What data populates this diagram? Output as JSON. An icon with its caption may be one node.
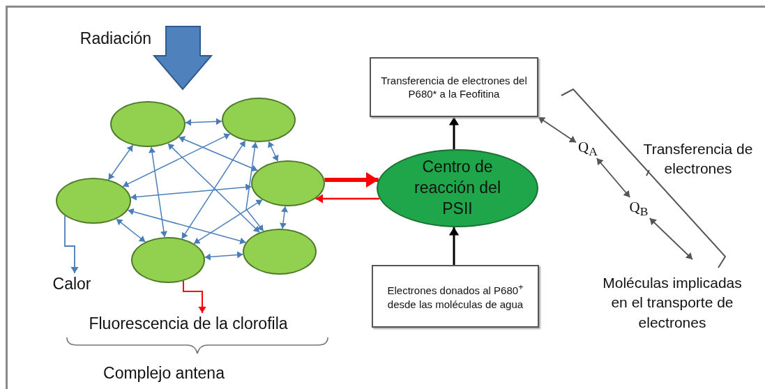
{
  "diagram": {
    "nodes": [
      {
        "text": [],
        "shape": "ellipse"
      },
      {
        "text": [],
        "shape": "ellipse"
      },
      {
        "text": [],
        "shape": "ellipse"
      },
      {
        "text": [],
        "shape": "ellipse"
      },
      {
        "text": [],
        "shape": "ellipse"
      },
      {
        "text": [],
        "shape": "ellipse"
      },
      {
        "text": [
          "Centro de reacción del PSII"
        ]
      },
      {
        "text": [
          "Transferencia de electrones del P680* a la Feofitina"
        ]
      },
      {
        "text": [
          "Electrones donados al P680$^{+}$ desde las moléculas de agua"
        ]
      },
      {
        "text": [
          "Calor"
        ]
      },
      {
        "text": [
          "Fluorescencia de la clorofila"
        ]
      },
      {
        "text": [
          "Q$_{A}$"
        ]
      },
      {
        "text": [
          "Q$_{B}$"
        ]
      }
    ],
    "edges": [
      {
        "from": 0,
        "to": 1,
        "arrow": "both"
      },
      {
        "from": 0,
        "to": 2,
        "arrow": "both"
      },
      {
        "from": 0,
        "to": 3,
        "arrow": "both"
      },
      {
        "from": 0,
        "to": 4,
        "arrow": "both"
      },
      {
        "from": 0,
        "to": 5,
        "arrow": "both"
      },
      {
        "from": 1,
        "to": 2,
        "arrow": "both"
      },
      {
        "from": 1,
        "to": 3,
        "arrow": "both"
      },
      {
        "from": 1,
        "to": 4,
        "arrow": "both"
      },
      {
        "from": 1,
        "to": 5,
        "arrow": "both"
      },
      {
        "from": 2,
        "to": 3,
        "arrow": "both"
      },
      {
        "from": 2,
        "to": 4,
        "arrow": "both"
      },
      {
        "from": 2,
        "to": 5,
        "arrow": "both"
      },
      {
        "from": 3,
        "to": 4,
        "arrow": "both"
      },
      {
        "from": 3,
        "to": 5,
        "arrow": "both"
      },
      {
        "from": 4,
        "to": 5,
        "arrow": "both"
      },
      {
        "from": 3,
        "to": 6,
        "arrow": "to",
        "style": "thick",
        "color": "#ff0000"
      },
      {
        "from": 6,
        "to": 3,
        "arrow": "to",
        "color": "#ff0000"
      },
      {
        "from": 6,
        "to": 7,
        "arrow": "to",
        "color": "#000000"
      },
      {
        "from": 8,
        "to": 6,
        "arrow": "to",
        "color": "#000000"
      },
      {
        "from": 2,
        "to": 9,
        "arrow": "to"
      },
      {
        "from": 4,
        "to": 10,
        "arrow": "to",
        "color": "#ff0000"
      },
      {
        "from": 7,
        "to": 11,
        "arrow": "both",
        "color": "#555555"
      },
      {
        "from": 11,
        "to": 12,
        "arrow": "both",
        "color": "#555555"
      },
      {
        "from": 12,
        "to": null,
        "arrow": "both",
        "color": "#555555"
      }
    ],
    "labels": [
      "Radiación",
      "Transferencia de electrones",
      "Moléculas implicadas en el transporte de electrones",
      "Complejo antena"
    ]
  }
}
